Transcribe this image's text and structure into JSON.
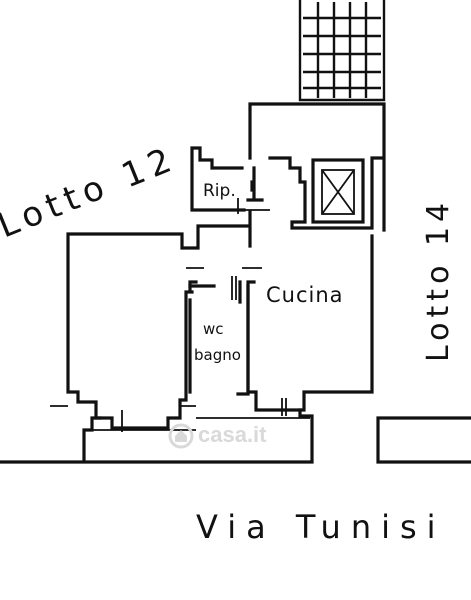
{
  "labels": {
    "lotto_left": "Lotto 12",
    "lotto_right": "Lotto 14",
    "ripostiglio": "Rip.",
    "cucina": "Cucina",
    "wc": "wc",
    "bagno": "bagno",
    "street": "Via Tunisi"
  },
  "watermark": "casa.it",
  "icons": [
    "stair-hatch-icon",
    "lift-shaft-icon",
    "watermark-logo-icon"
  ],
  "colors": {
    "ink": "#111111",
    "background": "#ffffff",
    "watermark": "#d9d9d9"
  }
}
